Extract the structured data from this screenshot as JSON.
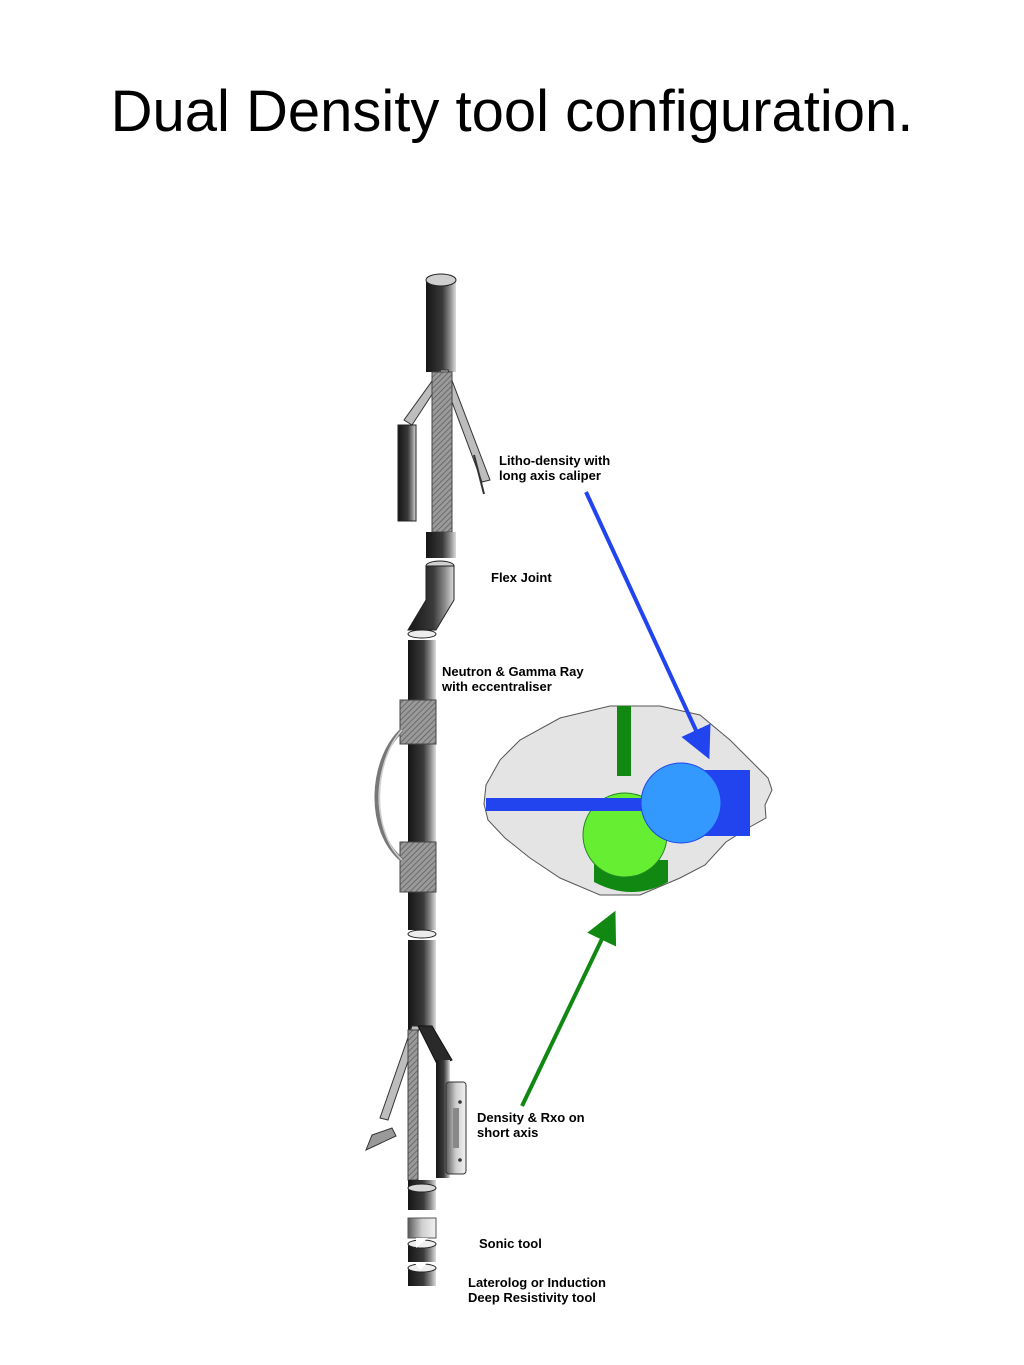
{
  "title": "Dual Density tool configuration.",
  "labels": {
    "litho": [
      "Litho-density with",
      "long axis caliper"
    ],
    "flex": "Flex Joint",
    "neutron": [
      "Neutron & Gamma Ray",
      "with eccentraliser"
    ],
    "density": [
      "Density & Rxo on",
      "short axis"
    ],
    "sonic": "Sonic tool",
    "laterolog": [
      "Laterolog or Induction",
      "Deep Resistivity tool"
    ]
  },
  "colors": {
    "blue": "#2244ee",
    "light_blue": "#3399ff",
    "green": "#118811",
    "light_green": "#66ee33",
    "rock": "#e4e4e4",
    "tool_dark": "#1c1c1c"
  }
}
